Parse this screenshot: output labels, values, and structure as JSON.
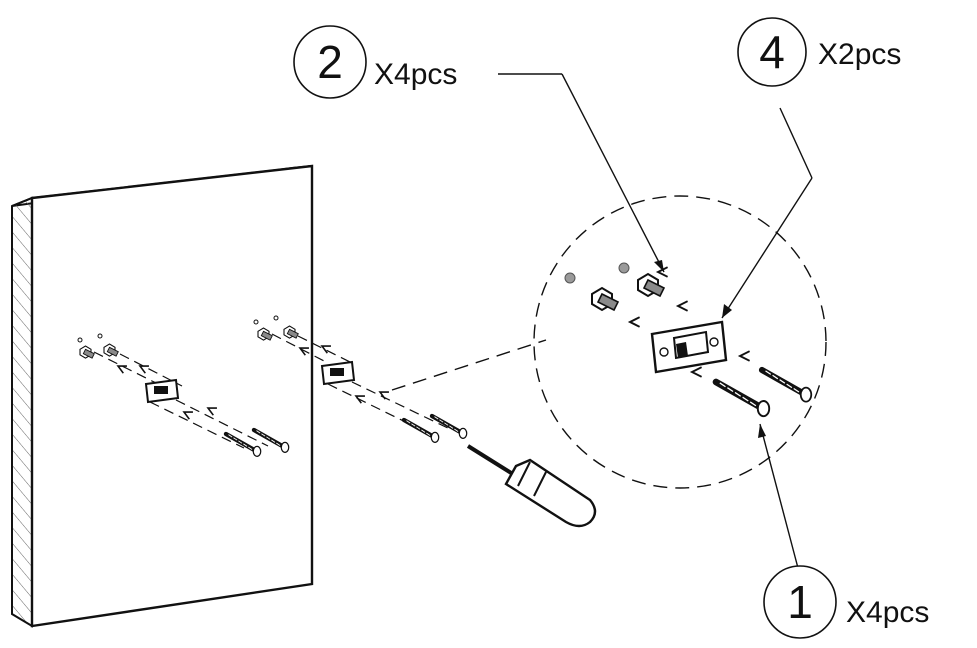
{
  "callouts": [
    {
      "number": "2",
      "quantity": "X4pcs",
      "part": "wall-anchor"
    },
    {
      "number": "4",
      "quantity": "X2pcs",
      "part": "mounting-bracket"
    },
    {
      "number": "1",
      "quantity": "X4pcs",
      "part": "screw"
    }
  ],
  "colors": {
    "line": "#111111",
    "background": "#ffffff",
    "shade": "#9a9a9a"
  },
  "icons": [
    "wall-panel",
    "screwdriver-icon",
    "screw-icon",
    "anchor-icon",
    "bracket-icon"
  ]
}
